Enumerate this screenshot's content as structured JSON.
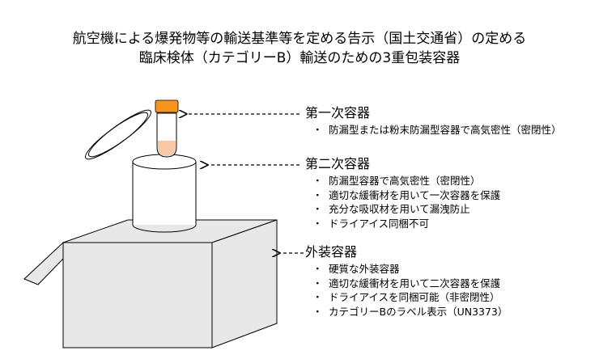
{
  "title": {
    "line1": "航空機による爆発物等の輸送基準等を定める告示（国土交通省）の定める",
    "line2": "臨床検体（カテゴリーB）輸送のための3重包装容器"
  },
  "primary": {
    "heading": "第一次容器",
    "items": [
      "防漏型または粉末防漏型容器で高気密性（密閉性）"
    ]
  },
  "secondary": {
    "heading": "第二次容器",
    "items": [
      "防漏型容器で高気密性（密閉性）",
      "適切な緩衝材を用いて一次容器を保護",
      "充分な吸収材を用いて漏洩防止",
      "ドライアイス同梱不可"
    ]
  },
  "outer": {
    "heading": "外装容器",
    "items": [
      "硬質な外装容器",
      "適切な緩衝材を用いて二次容器を保護",
      "ドライアイスを同梱可能（非密閉性）",
      "カテゴリーBのラベル表示（UN3373）"
    ]
  },
  "colors": {
    "tube_cap": "#f7941d",
    "specimen": "#f9c9a7",
    "container_fill": "#ffffff",
    "box_fill": "#e8e8e8",
    "stroke": "#000000"
  }
}
